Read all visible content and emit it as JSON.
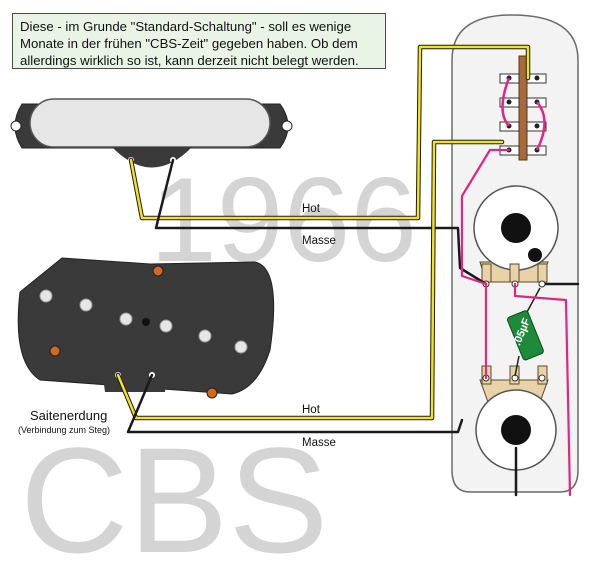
{
  "note": {
    "text": "Diese - im Grunde \"Standard-Schaltung\" - soll es wenige Monate in der frühen \"CBS-Zeit\" gegeben haben. Ob dem allerdings wirklich so ist, kann derzeit nicht belegt werden."
  },
  "watermarks": {
    "year": "1966",
    "brand": "CBS"
  },
  "labels": {
    "hot_upper": "Hot",
    "masse_upper": "Masse",
    "hot_lower": "Hot",
    "masse_lower": "Masse",
    "saitenerdung": "Saitenerdung",
    "saitenerdung_sub": "(Verbindung zum Steg)",
    "capacitor": ".05µF"
  },
  "colors": {
    "hot_wire": "#f2e21f",
    "ground_wire": "#1a1a1a",
    "jumper_wire": "#e0267f",
    "capacitor": "#1e8a3a",
    "pickup_cover": "#e6e6e6",
    "pickup_body": "#3a3a3a",
    "control_plate": "#f3f3f3",
    "note_background": "#e9f4e6"
  }
}
